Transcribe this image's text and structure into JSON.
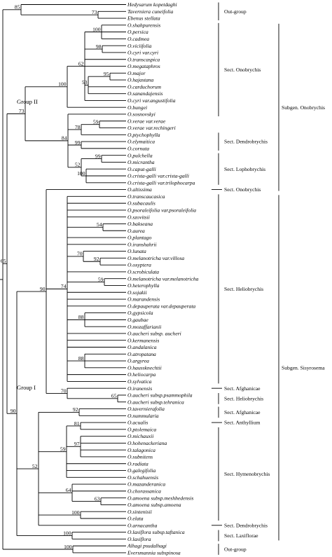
{
  "taxa": [
    "Hedysarum kopetdaghi",
    "Taverniera cuneifolia",
    "Ebenus stellata",
    "O.shahpurensis",
    "O.persica",
    "O.cadmea",
    "O.viciifolia",
    "O.cyri var.cyri",
    "O.transcaspica",
    "O.megataphros",
    "O.major",
    "O.hajastana",
    "O.carduchorum",
    "O.sanandajensis",
    "O.cyri var.angustifolia",
    "O.bungei",
    "O.sosnovskyi",
    "O.verae var.verae",
    "O.verae var.rechingeri",
    "O.ptychophylla",
    "O.elymaitica",
    "O.cornuta",
    "O.pulchella",
    "O.micrantha",
    "O.caput-galli",
    "O.crista-galli var.crista-galli",
    "O.crista-galli var.trilophocarpa",
    "O.altissima",
    "O.transcaucasica",
    "O.subacaulis",
    "O.psoraleifolia var.psoraleifolia",
    "O.szovitsii",
    "O.bakseana",
    "O.aurea",
    "O.plantago",
    "O.iranshahrii",
    "O.lunata",
    "O.melanotricha var.villosa",
    "O.oxyptera",
    "O.scrobiculata",
    "O.melanotricha var.melanotricha",
    "O.heterophylla",
    "O.sojakii",
    "O.marandensis",
    "O.depauperata var.depauperata",
    "O.gypsicola",
    "O.gaubae",
    "O.mozaffarianii",
    "O.aucheri subsp. aucheri",
    "O.kermanensis",
    "O.andalanica",
    "O.atropatana",
    "O.argyrea",
    "O.haussknechtii",
    "O.heliocarpa",
    "O.sylvatica",
    "O.iranensis",
    "O.aucheri subsp.psammophila",
    "O.aucheri subsp.tehranica",
    "O.tavernierafolia",
    "O.nummularia",
    "O.acualis",
    "O.ptolemaica",
    "O.michauxii",
    "O.hohenackeriana",
    "O.talagonica",
    "O.subnitens",
    "O.radiata",
    "O.galegifolia",
    "O.schahuensis",
    "O.mazanderanica",
    "O.chorassanica",
    "O.amoena subsp.meshhedensis",
    "O.amoena subsp.amoena",
    "O.sintenisii",
    "O.elata",
    "O.arnacantha",
    "O.laxiflora subsp.taftanica",
    "O.laxiflora",
    "Alhagi psudalhagi",
    "Eversmannia subspinosa"
  ],
  "bootstrap": [
    "85",
    "73",
    "100",
    "98",
    "62",
    "95",
    "53",
    "100",
    "73",
    "59",
    "78",
    "99",
    "84",
    "99",
    "52",
    "100",
    "54",
    "70",
    "92",
    "59",
    "74",
    "88",
    "88",
    "90",
    "70",
    "65",
    "92",
    "81",
    "97",
    "59",
    "64",
    "63",
    "100",
    "52",
    "100",
    "90",
    "100",
    "65"
  ],
  "groups": {
    "group2": "Group II",
    "group1": "Group I"
  },
  "sections": [
    {
      "label": "Out-group"
    },
    {
      "label": "Sect. Onobrychis"
    },
    {
      "label": "Sect. Dendrobrychis"
    },
    {
      "label": "Sect. Lophobrychis"
    },
    {
      "label": "Sect. Onobrychis"
    },
    {
      "label": "Sect. Heliobrychis"
    },
    {
      "label": "Sect. Afghanicae"
    },
    {
      "label": "Sect. Heliobrychis"
    },
    {
      "label": "Sect. Afghanicae"
    },
    {
      "label": "Sect. Anthyllium"
    },
    {
      "label": "Sect. Hymenobrychis"
    },
    {
      "label": "Sect. Dendrobrychis"
    },
    {
      "label": "Sect. Laxiflorae"
    },
    {
      "label": "Out-group"
    }
  ],
  "subgenera": [
    {
      "label": "Subgen. Onobrychis"
    },
    {
      "label": "Subgen. Sisyrosema"
    }
  ]
}
